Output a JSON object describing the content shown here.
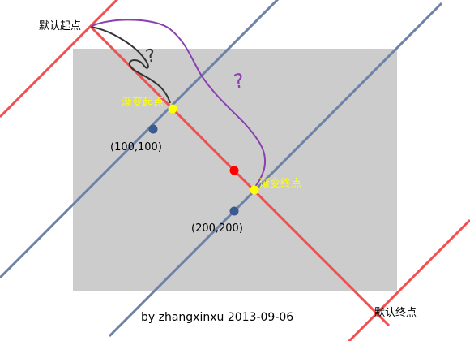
{
  "labels": {
    "default_start": "默认起点",
    "default_end": "默认终点",
    "gradient_start": "渐变起点",
    "gradient_end": "渐变终点",
    "point_100": "(100,100)",
    "point_200": "(200,200)",
    "question_mark_1": "?",
    "question_mark_2": "?"
  },
  "footer": {
    "credit": "by zhangxinxu 2013-09-06"
  },
  "colors": {
    "background": "#ffffff",
    "gray_box": "#cccccc",
    "red_line": "#f05050",
    "blue_line": "#6d82a8",
    "blue_point": "#3a5a90",
    "red_point": "#ff0000",
    "yellow_point": "#ffff00",
    "yellow_label": "#ffff00",
    "black_curve": "#333333",
    "purple_curve": "#8a3fb0",
    "text_dark": "#000000"
  }
}
